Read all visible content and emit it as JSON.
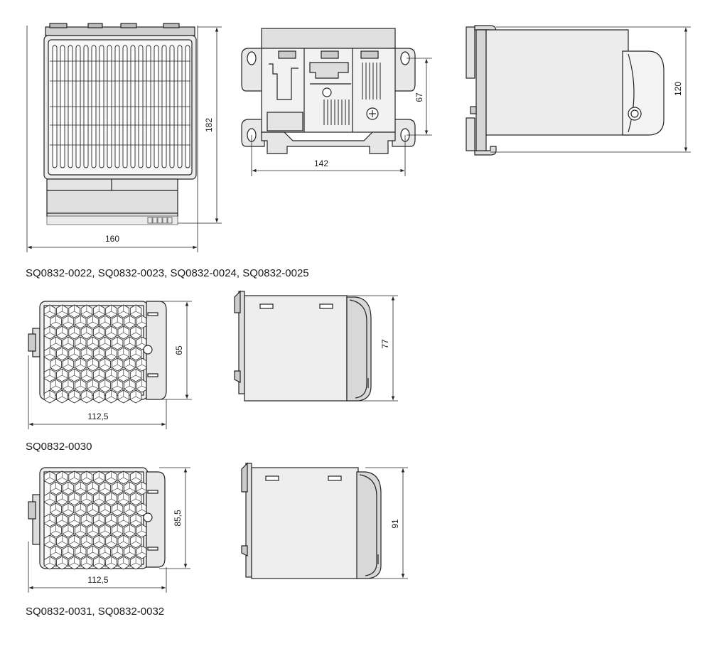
{
  "groups": [
    {
      "caption": "SQ0832-0022, SQ0832-0023, SQ0832-0024, SQ0832-0025",
      "dimensions": {
        "front_width": "160",
        "front_height": "182",
        "mount_spacing": "142",
        "mount_height": "67",
        "side_height": "120"
      }
    },
    {
      "caption": "SQ0832-0030",
      "dimensions": {
        "front_width": "112,5",
        "front_height": "65",
        "side_height": "77"
      }
    },
    {
      "caption": "SQ0832-0031, SQ0832-0032",
      "dimensions": {
        "front_width": "112,5",
        "front_height": "85,5",
        "side_height": "91"
      }
    }
  ],
  "colors": {
    "line": "#222222",
    "body_fill": "#e9e9e9",
    "dark_fill": "#bdbdbd",
    "white": "#ffffff"
  }
}
